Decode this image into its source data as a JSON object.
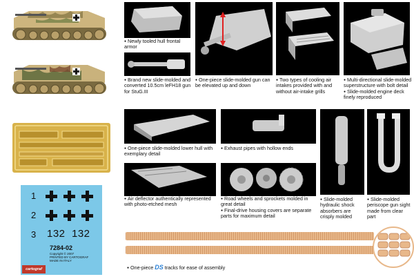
{
  "captions": {
    "hull_front": "Newly tooled hull frontal armor",
    "gun": "Brand new slide-molded and converted 10.5cm leFH18 gun for StuG.III",
    "elevate": "One-piece slide-molded gun can be elevated up and down",
    "cooling": "Two types of cooling air intakes provided with and without air-intake grills",
    "superstructure": "Multi-directional slide-molded superstructure with bolt detail",
    "engine_deck": "Slide-molded engine deck finely reproduced",
    "lower_hull": "One-piece slide-molded lower hull with exemplary detail",
    "exhaust": "Exhaust pipes with hollow ends",
    "deflector": "Air deflector authentically represented with photo-etched mesh",
    "wheels": "Road wheels and sprockets molded in great detail",
    "final_drive": "Final-drive housing covers are separate parts for maximum detail",
    "shock": "Slide-molded hydraulic shock absorbers are crisply molded",
    "periscope": "Slide-molded periscope gun sight made from clear part",
    "tracks_pre": "One-piece",
    "tracks_logo": "DS",
    "tracks_post": "tracks for ease of assembly"
  },
  "decals": {
    "num1": "1",
    "num2": "2",
    "num3": "3",
    "code1": "132",
    "code2": "132",
    "sheet_no": "7284-02",
    "copyright": "Copyright © 2007",
    "printed": "PRINTED BY CARTOGRAF",
    "made": "MADE IN ITALY",
    "logo": "cartograf"
  },
  "colors": {
    "panel_bg": "#000000",
    "decal_bg": "#7cc8e8",
    "pe_gold": "#d8b24a",
    "track": "#e8b88a",
    "tracks_logo": "#2a7fd4"
  }
}
